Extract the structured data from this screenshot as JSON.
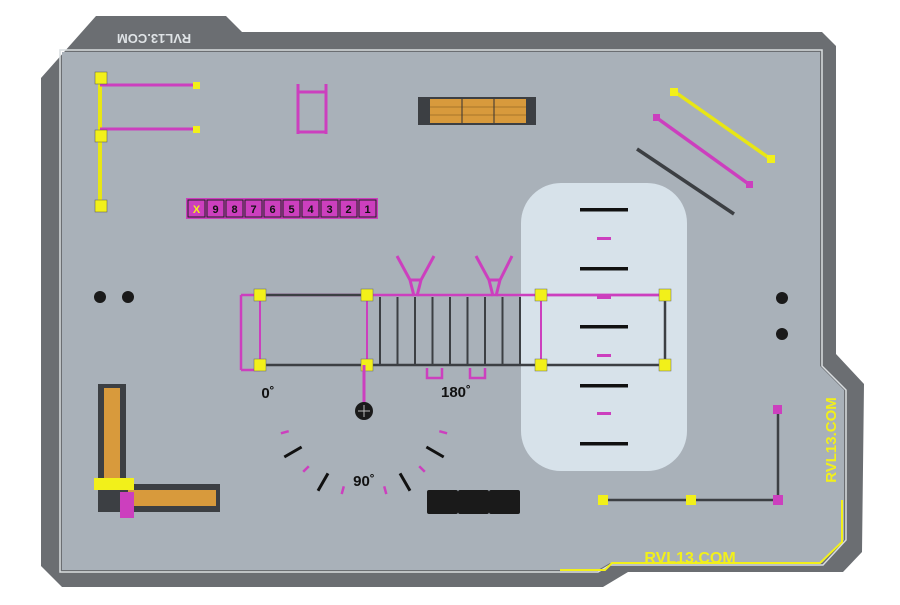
{
  "brand": {
    "top_left": "RVL13.COM",
    "right_vertical": "RVL13.COM",
    "bottom": "RVL13.COM"
  },
  "colors": {
    "frame": "#6b6e72",
    "surface": "#a9b1b9",
    "light_zone": "#d7e2ea",
    "accent_magenta": "#cc3fbe",
    "accent_yellow": "#f2f01a",
    "wood": "#d89a3c",
    "steel": "#3c3f43"
  },
  "number_ladder": [
    "X",
    "9",
    "8",
    "7",
    "6",
    "5",
    "4",
    "3",
    "2",
    "1"
  ],
  "degree_labels": {
    "zero": "0˚",
    "ninety": "90˚",
    "one_eighty": "180˚"
  }
}
